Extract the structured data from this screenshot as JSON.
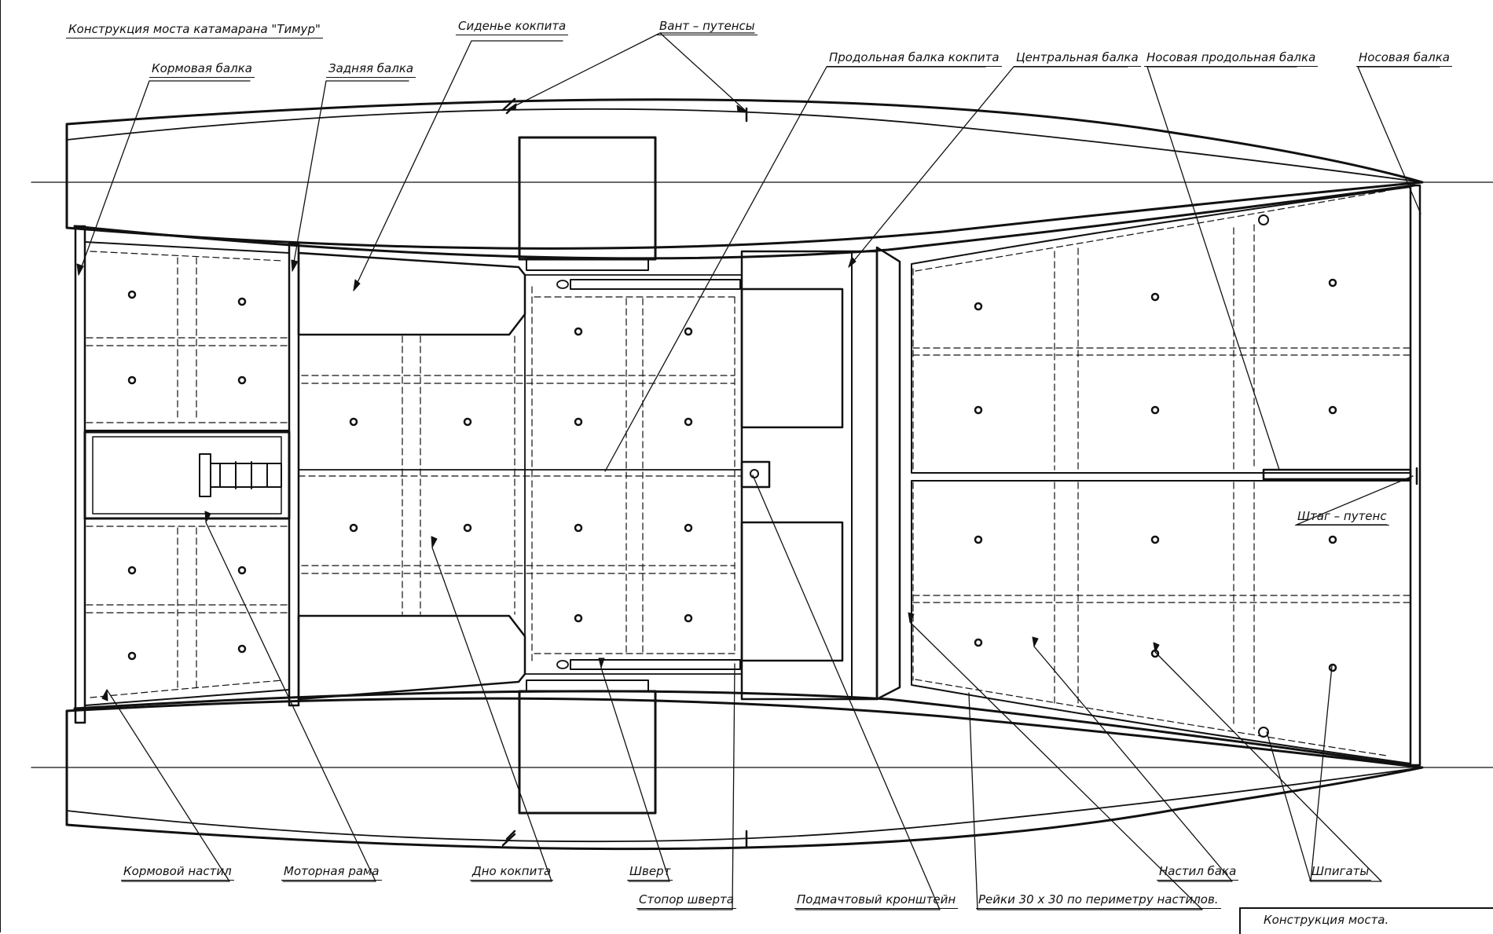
{
  "drawing": {
    "title": "Конструкция моста катамарана \"Тимур\"",
    "stamp": "Конструкция  моста.",
    "colors": {
      "ink": "#111111",
      "paper": "#ffffff"
    }
  },
  "labels": {
    "kormovaya_balka": "Кормовая балка",
    "zadnyaya_balka": "Задняя балка",
    "sidenie_kokpita": "Сиденье кокпита",
    "vant_putensy": "Вант – путенсы",
    "prodolnaya_balka_kokpita": "Продольная балка кокпита",
    "centralnaya_balka": "Центральная балка",
    "nosovaya_prodolnaya_balka": "Носовая продольная балка",
    "nosovaya_balka": "Носовая балка",
    "shtag_putens": "Штаг – путенс",
    "kormovoy_nastil": "Кормовой настил",
    "motornaya_rama": "Моторная рама",
    "dno_kokpita": "Дно кокпита",
    "shvert": "Шверт",
    "stopor_shverta": "Стопор шверта",
    "podmachtovy_kronshteyn": "Подмачтовый кронштейн",
    "reyki": "Рейки 30 х 30 по периметру настилов.",
    "nastil_baka": "Настил бака",
    "shpigaty": "Шпигаты"
  }
}
